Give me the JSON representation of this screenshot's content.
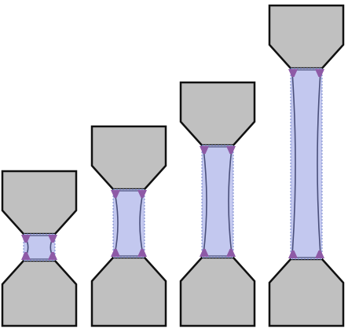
{
  "colors": {
    "background": "#ffffff",
    "clamp_fill": "#c0c0c0",
    "clamp_stroke": "#111111",
    "specimen_fill": "#c3c8ef",
    "specimen_edge": "#5a6fc0",
    "neck_line": "#4a4f7a",
    "fillet_fill": "#8e5aa6"
  },
  "stages": [
    {
      "label": "",
      "elongation": 0.0
    },
    {
      "label": "",
      "elongation": 0.33
    },
    {
      "label": "",
      "elongation": 0.6
    },
    {
      "label": "",
      "elongation": 1.0
    }
  ]
}
